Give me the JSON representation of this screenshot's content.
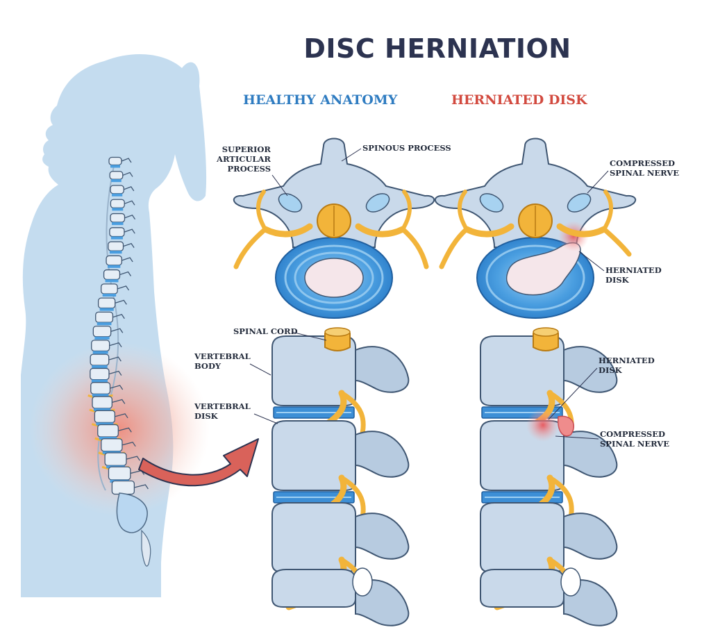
{
  "title": "DISC HERNIATION",
  "panels": {
    "healthy": "HEALTHY ANATOMY",
    "herniated": "HERNIATED DISK"
  },
  "labels": {
    "superior_articular_process": "SUPERIOR\nARTICULAR\nPROCESS",
    "spinous_process": "SPINOUS PROCESS",
    "compressed_spinal_nerve_top": "COMPRESSED\nSPINAL NERVE",
    "herniated_disk_top": "HERNIATED\nDISK",
    "spinal_cord": "SPINAL CORD",
    "vertebral_body": "VERTEBRAL\nBODY",
    "vertebral_disk": "VERTEBRAL\nDISK",
    "herniated_disk_side": "HERNIATED\nDISK",
    "compressed_spinal_nerve_side": "COMPRESSED\nSPINAL NERVE"
  },
  "colors": {
    "title": "#2c3350",
    "healthy": "#2f7cc1",
    "herniated": "#d24a3f",
    "silhouette": "#c4dcef",
    "bone": "#c9d9ea",
    "disc_blue": "#3d8fd6",
    "nerve": "#f2b43a",
    "inflammation": "#ee7a6e"
  }
}
